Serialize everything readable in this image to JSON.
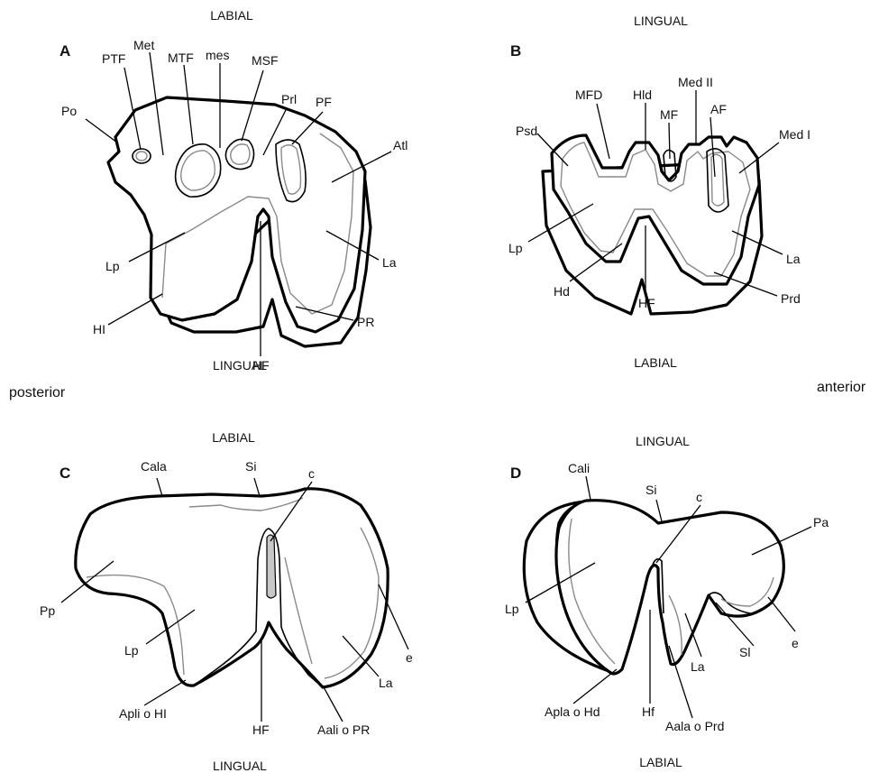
{
  "orientation": {
    "a_top": "LABIAL",
    "a_bottom": "LINGUAL",
    "b_top": "LINGUAL",
    "b_bottom": "LABIAL",
    "c_top": "LABIAL",
    "c_bottom": "LINGUAL",
    "d_top": "LINGUAL",
    "d_bottom": "LABIAL",
    "left": "posterior",
    "right": "anterior"
  },
  "panels": {
    "a": "A",
    "b": "B",
    "c": "C",
    "d": "D"
  },
  "labels_a": {
    "po": "Po",
    "ptf": "PTF",
    "met": "Met",
    "mtf": "MTF",
    "mes": "mes",
    "msf": "MSF",
    "prl": "Prl",
    "pf": "PF",
    "atl": "Atl",
    "lp": "Lp",
    "la": "La",
    "hi": "HI",
    "hf": "HF",
    "pr": "PR"
  },
  "labels_b": {
    "psd": "Psd",
    "mfd": "MFD",
    "hld": "Hld",
    "mf": "MF",
    "med2": "Med II",
    "af": "AF",
    "med1": "Med I",
    "lp": "Lp",
    "la": "La",
    "hd": "Hd",
    "hf": "HF",
    "prd": "Prd"
  },
  "labels_c": {
    "cala": "Cala",
    "si": "Si",
    "c": "c",
    "pp": "Pp",
    "e": "e",
    "lp": "Lp",
    "la": "La",
    "apli": "Apli o HI",
    "hf": "HF",
    "aali": "Aali o PR"
  },
  "labels_d": {
    "cali": "Cali",
    "si": "Si",
    "c": "c",
    "pa": "Pa",
    "lp": "Lp",
    "sl": "Sl",
    "e": "e",
    "la": "La",
    "apla": "Apla o Hd",
    "hf": "Hf",
    "aala": "Aala o Prd"
  }
}
